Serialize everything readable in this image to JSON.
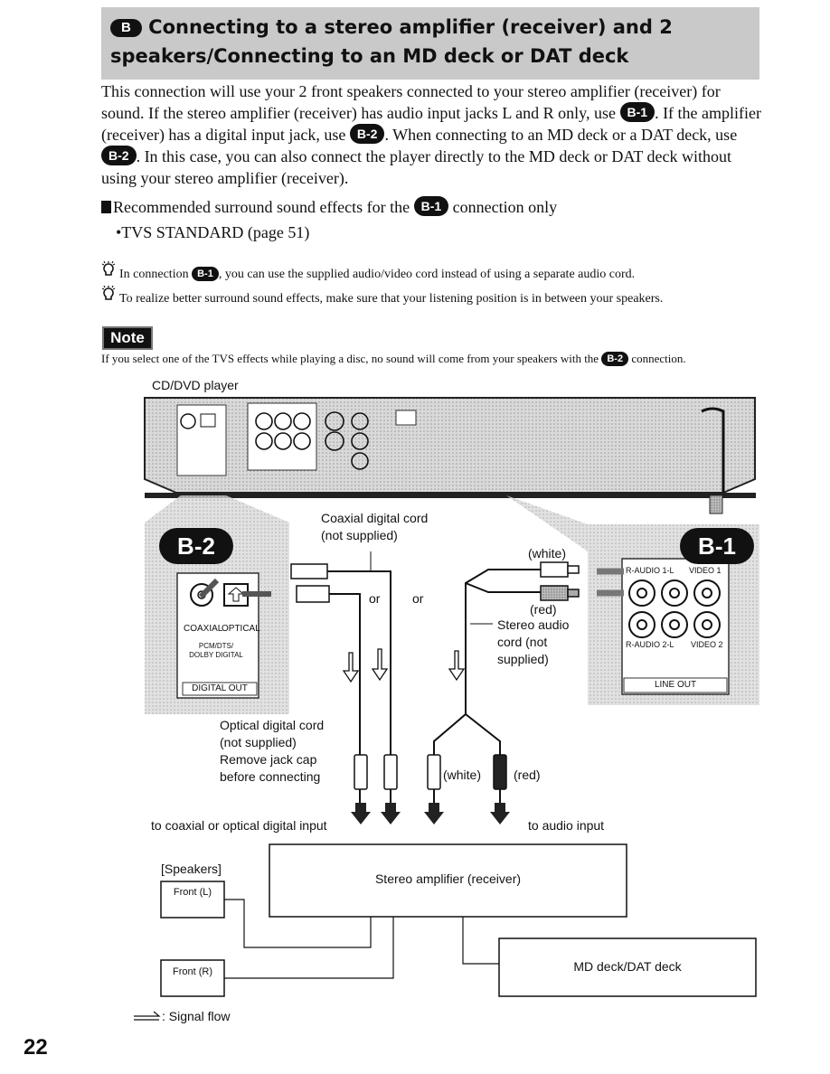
{
  "header": {
    "badge": "B",
    "title": "Connecting to a stereo amplifier (receiver) and 2 speakers/Connecting to an MD deck or DAT deck"
  },
  "intro": {
    "p1": "This connection will use your 2 front speakers connected to your stereo amplifier (receiver) for sound. If the stereo amplifier (receiver) has audio input jacks L and R only, use ",
    "b1": "B-1",
    "p2": ". If the amplifier (receiver) has a digital input jack, use ",
    "b2": "B-2",
    "p3": ". When connecting to an MD deck or a DAT deck, use ",
    "b3": "B-2",
    "p4": ". In this case, you can also connect the player directly to the MD deck or DAT deck without using your stereo amplifier (receiver)."
  },
  "recommended": {
    "prefix": "Recommended surround sound effects for the ",
    "badge": "B-1",
    "suffix": " connection only",
    "item": "•TVS STANDARD (page 51)"
  },
  "tips": [
    {
      "pre": "In connection ",
      "badge": "B-1",
      "post": ", you can use the supplied audio/video cord instead of using a separate audio cord."
    },
    {
      "pre": "To realize better surround sound effects, make sure that your listening position is in between your speakers.",
      "badge": "",
      "post": ""
    }
  ],
  "note": {
    "label": "Note",
    "pre": "If you select one of the TVS effects while playing a disc, no sound will come from your speakers with the ",
    "badge": "B-2",
    "post": " connection."
  },
  "diagram": {
    "player_label": "CD/DVD player",
    "b2": "B-2",
    "b1": "B-1",
    "coaxial_cord": "Coaxial digital cord (not supplied)",
    "or1": "or",
    "or2": "or",
    "white": "(white)",
    "red": "(red)",
    "stereo_cord": "Stereo audio cord (not supplied)",
    "optical_cord": "Optical digital cord (not supplied) Remove jack cap before connecting",
    "white2": "(white)",
    "red2": "(red)",
    "to_digital": "to coaxial or optical digital input",
    "to_audio": "to audio input",
    "amplifier": "Stereo amplifier (receiver)",
    "speakers": "[Speakers]",
    "front_l": "Front (L)",
    "front_r": "Front (R)",
    "md_deck": "MD deck/DAT deck",
    "signal_flow": ": Signal flow",
    "left_panel": {
      "coaxial": "COAXIAL",
      "optical": "OPTICAL",
      "pcm": "PCM/DTS/ DOLBY DIGITAL",
      "digital_out": "DIGITAL OUT"
    },
    "right_panel": {
      "r_audio_l_1": "R-AUDIO 1-L",
      "video1": "VIDEO 1",
      "r_audio_l_2": "R-AUDIO 2-L",
      "video2": "VIDEO 2",
      "line_out": "LINE OUT"
    }
  },
  "page_number": "22"
}
